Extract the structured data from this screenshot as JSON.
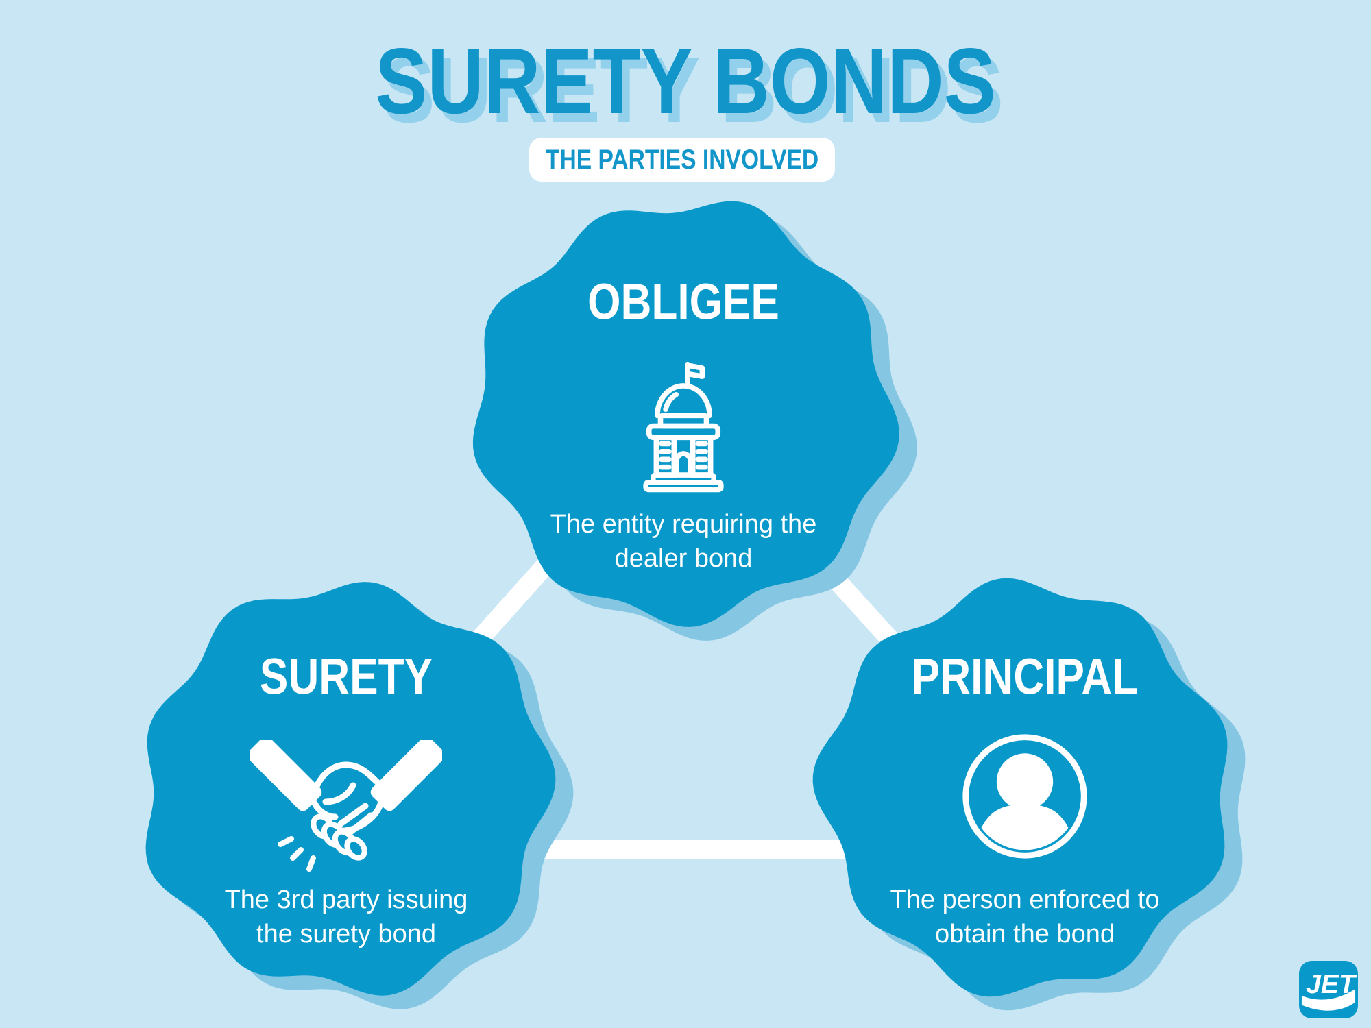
{
  "title": "SURETY BONDS",
  "subtitle": "THE PARTIES INVOLVED",
  "parties": [
    {
      "name": "OBLIGEE",
      "icon": "government-building-icon",
      "description_line1": "The entity requiring the",
      "description_line2": "dealer bond"
    },
    {
      "name": "SURETY",
      "icon": "handshake-icon",
      "description_line1": "The 3rd party issuing",
      "description_line2": "the surety bond"
    },
    {
      "name": "PRINCIPAL",
      "icon": "person-icon",
      "description_line1": "The person enforced to",
      "description_line2": "obtain the bond"
    }
  ],
  "logo": {
    "text": "JET"
  },
  "colors": {
    "background": "#c8e6f4",
    "accent": "#0899ca",
    "blob_shadow": "#85c6e3",
    "title_text": "#1295c9",
    "title_shadow": "#92d0eb",
    "content_text": "#ffffff"
  }
}
